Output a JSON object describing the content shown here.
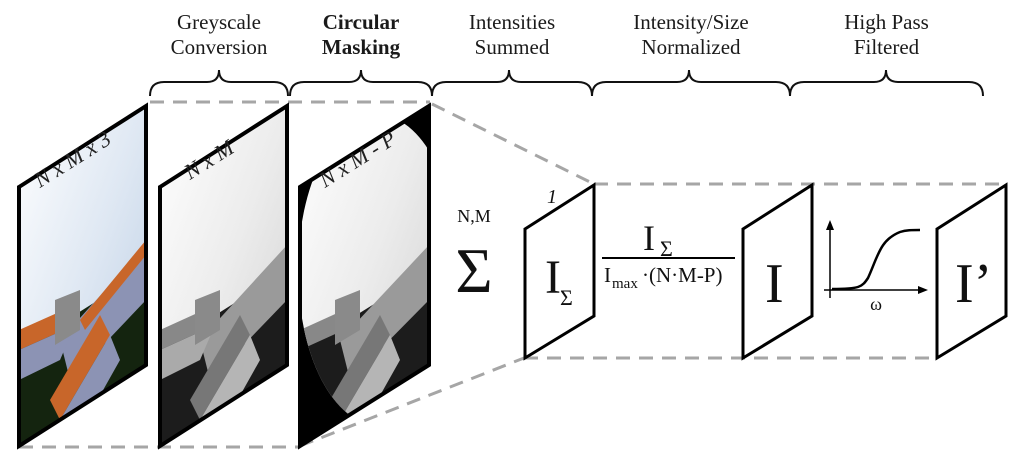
{
  "stages": [
    {
      "id": "greyscale",
      "line1": "Greyscale",
      "line2": "Conversion",
      "bold": false
    },
    {
      "id": "masking",
      "line1": "Circular",
      "line2": "Masking",
      "bold": true
    },
    {
      "id": "summed",
      "line1": "Intensities",
      "line2": "Summed",
      "bold": false
    },
    {
      "id": "normalized",
      "line1": "Intensity/Size",
      "line2": "Normalized",
      "bold": false
    },
    {
      "id": "filtered",
      "line1": "High Pass",
      "line2": "Filtered",
      "bold": false
    }
  ],
  "panels": {
    "color_image": {
      "dims": "N x M x 3"
    },
    "grey_image": {
      "dims": "N x M"
    },
    "masked_image": {
      "dims": "N x M - P"
    },
    "sum_panel": {
      "dim": "1",
      "symbol": "I",
      "subscript": "Σ"
    },
    "norm_panel": {
      "symbol": "I"
    },
    "filtered_panel": {
      "symbol": "I’"
    }
  },
  "summation": {
    "limits": "N,M",
    "symbol": "Σ"
  },
  "fraction": {
    "numerator": "I",
    "numerator_sub": "Σ",
    "denominator_base": "I",
    "denominator_sub": "max",
    "denominator_rest": "·(N·M-P)"
  },
  "filter_plot": {
    "x_label": "ω",
    "curve": "sigmoid high-pass"
  },
  "colors": {
    "dash": "#a6a6a6",
    "sky": "#c9d8ea",
    "roof": "#c8662a",
    "stone": "#8c93b4",
    "ground": "#14240f"
  }
}
